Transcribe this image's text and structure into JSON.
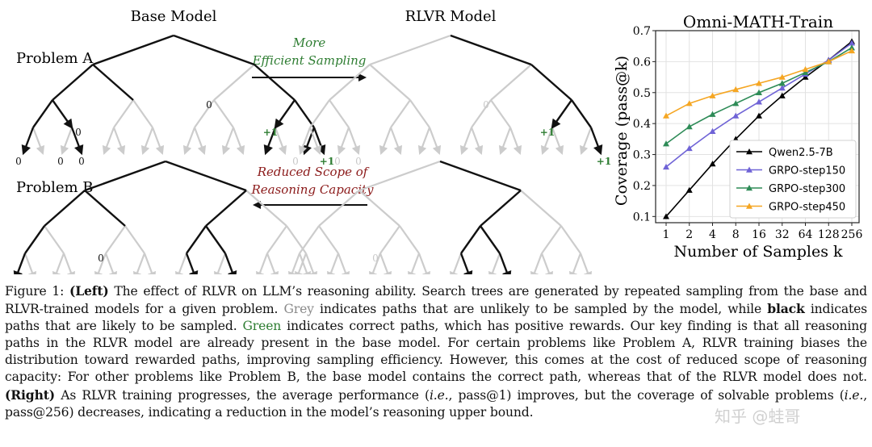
{
  "left_panel": {
    "base_model_title": "Base Model",
    "rlvr_model_title": "RLVR Model",
    "problem_a_label": "Problem A",
    "problem_b_label": "Problem B",
    "arrow_top_label_line1": "More",
    "arrow_top_label_line2": "Efficient Sampling",
    "arrow_bottom_label_line1": "Reduced Scope of",
    "arrow_bottom_label_line2": "Reasoning Capacity",
    "reward_zero": "0",
    "reward_plus": "+1",
    "colors": {
      "black_path": "#111111",
      "grey_path": "#cccccc",
      "green_reward": "#2e7d32",
      "arrow_top_text": "#2e7d32",
      "arrow_bottom_text": "#8b1a1a"
    }
  },
  "chart_data": {
    "type": "line",
    "title": "Omni-MATH-Train",
    "xlabel": "Number of Samples k",
    "ylabel": "Coverage (pass@k)",
    "x": [
      1,
      2,
      4,
      8,
      16,
      32,
      64,
      128,
      256
    ],
    "x_ticks": [
      "1",
      "2",
      "4",
      "8",
      "16",
      "32",
      "64",
      "128",
      "256"
    ],
    "x_scale": "log2",
    "ylim": [
      0.08,
      0.7
    ],
    "y_ticks": [
      "0.1",
      "0.2",
      "0.3",
      "0.4",
      "0.5",
      "0.6",
      "0.7"
    ],
    "grid": true,
    "legend_position": "lower-right",
    "series": [
      {
        "name": "Qwen2.5-7B",
        "color": "#000000",
        "values": [
          0.1,
          0.185,
          0.27,
          0.35,
          0.425,
          0.49,
          0.55,
          0.605,
          0.665
        ]
      },
      {
        "name": "GRPO-step150",
        "color": "#6f63d6",
        "values": [
          0.26,
          0.32,
          0.375,
          0.425,
          0.47,
          0.515,
          0.56,
          0.605,
          0.66
        ]
      },
      {
        "name": "GRPO-step300",
        "color": "#2e8b57",
        "values": [
          0.335,
          0.39,
          0.43,
          0.465,
          0.5,
          0.53,
          0.565,
          0.6,
          0.645
        ]
      },
      {
        "name": "GRPO-step450",
        "color": "#f5a623",
        "values": [
          0.425,
          0.465,
          0.49,
          0.51,
          0.53,
          0.55,
          0.575,
          0.6,
          0.635
        ]
      }
    ]
  },
  "caption": {
    "figure_label": "Figure 1:",
    "left_label": "(Left)",
    "s1": " The effect of RLVR on LLM’s reasoning ability. Search trees are generated by repeated sampling from the base and RLVR-trained models for a given problem. ",
    "grey_word": "Grey",
    "s2": " indicates paths that are unlikely to be sampled by the model, while ",
    "black_word": "black",
    "s3": " indicates paths that are likely to be sampled. ",
    "green_word": "Green",
    "s4": " indicates correct paths, which has positive rewards. Our key finding is that all reasoning paths in the RLVR model are already present in the base model. For certain problems like Problem A, RLVR training biases the distribution toward rewarded paths, improving sampling efficiency. However, this comes at the cost of reduced scope of reasoning capacity: For other problems like Problem B, the base model contains the correct path, whereas that of the RLVR model does not. ",
    "right_label": "(Right)",
    "s5": " As RLVR training progresses, the average performance (",
    "ie1": "i.e.",
    "s6": ", pass@1) improves, but the coverage of solvable problems (",
    "ie2": "i.e.",
    "s7": ", pass@256) decreases, indicating a reduction in the model’s reasoning upper bound."
  },
  "watermark": "知乎 @蛙哥"
}
